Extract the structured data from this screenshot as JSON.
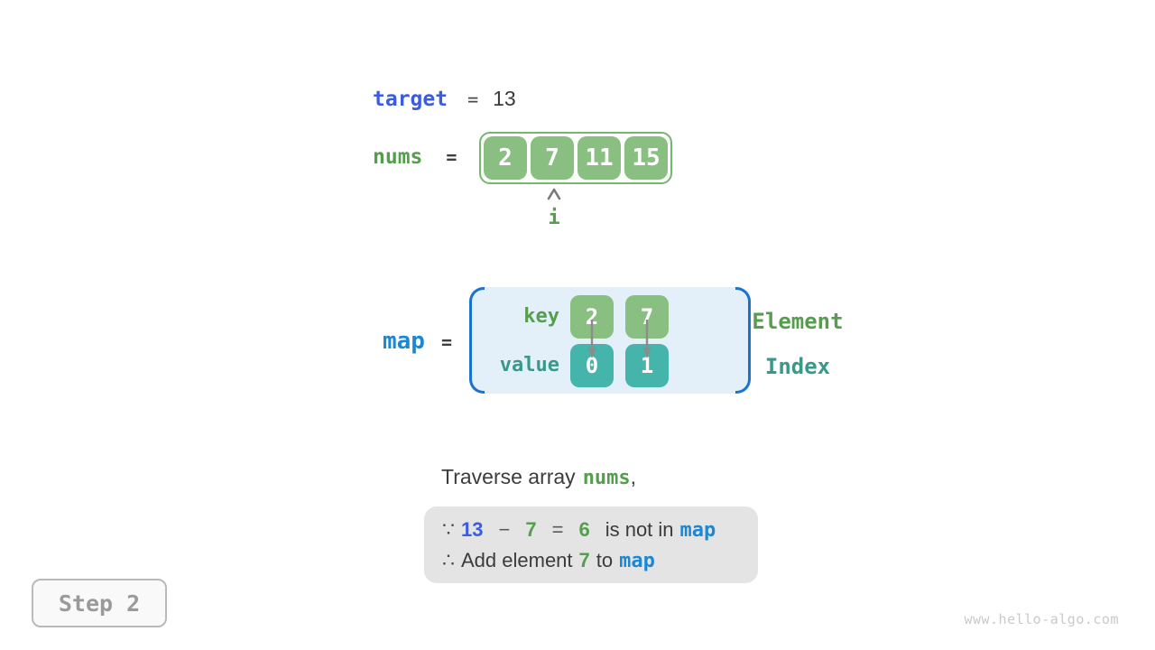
{
  "colors": {
    "royal_blue": "#3b5ce0",
    "link_blue": "#1e87d2",
    "paren_blue": "#1a73cf",
    "green_text": "#559e4d",
    "teal_text": "#38998b",
    "green_box": "#8abf82",
    "green_border": "#74b76d",
    "teal_box": "#45b5ab",
    "dark_text": "#3b3b3b",
    "map_bg": "#e3f0fa",
    "note_bg": "#e4e4e4",
    "arrow_gray": "#8c8c8c"
  },
  "target_line": {
    "variable": "target",
    "equals": "=",
    "value": "13"
  },
  "nums_line": {
    "variable": "nums",
    "equals": "=",
    "values": [
      "2",
      "7",
      "11",
      "15"
    ],
    "pointer_label": "i",
    "pointer_index": 1
  },
  "map_line": {
    "variable": "map",
    "equals": "=",
    "key_label": "key",
    "value_label": "value",
    "entries": [
      {
        "key": "2",
        "value": "0"
      },
      {
        "key": "7",
        "value": "1"
      }
    ],
    "element_label": "Element",
    "index_label": "Index"
  },
  "caption": {
    "prefix": "Traverse array",
    "code": "nums",
    "suffix": ","
  },
  "note": {
    "because_symbol": "∵",
    "minuend": "13",
    "minus_sign": "−",
    "subtrahend": "7",
    "equals_sign": "=",
    "difference": "6",
    "not_in_text": "is not in",
    "map_token": "map",
    "therefore_symbol": "∴",
    "add_text": "Add element",
    "added_value": "7",
    "to_text": "to",
    "map_token_2": "map"
  },
  "footer": {
    "step_label": "Step 2",
    "watermark": "www.hello-algo.com"
  }
}
